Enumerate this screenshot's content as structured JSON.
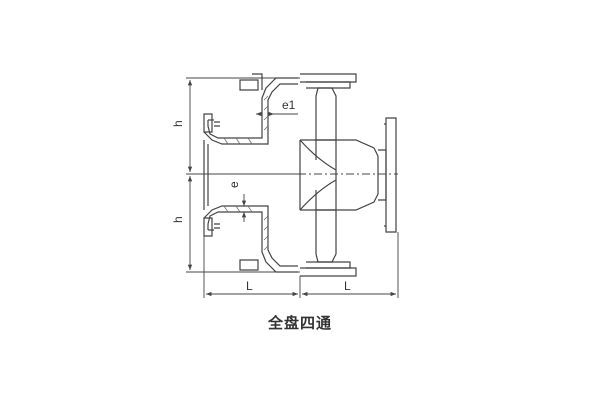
{
  "caption": "全盘四通",
  "labels": {
    "h_upper": "h",
    "h_lower": "h",
    "e1": "e1",
    "e": "e",
    "L_left": "L",
    "L_right": "L"
  },
  "colors": {
    "line": "#444444",
    "fill": "#ffffff",
    "hatch": "#666666",
    "text": "#333333"
  }
}
